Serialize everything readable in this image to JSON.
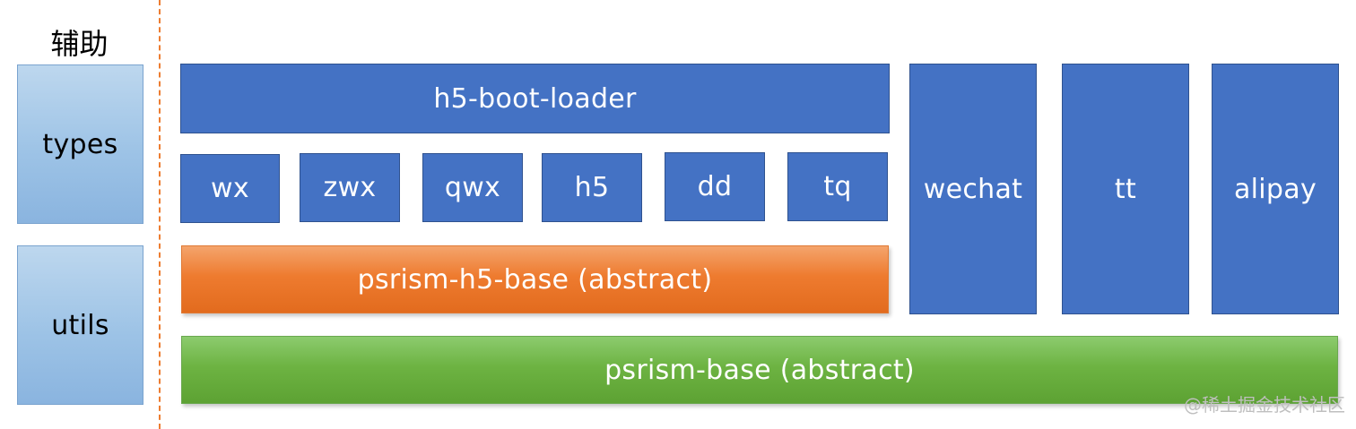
{
  "sidebar": {
    "heading": "辅助",
    "items": [
      {
        "label": "types"
      },
      {
        "label": "utils"
      }
    ]
  },
  "layers": {
    "loader": "h5-boot-loader",
    "platforms": [
      "wx",
      "zwx",
      "qwx",
      "h5",
      "dd",
      "tq"
    ],
    "h5_base": "psrism-h5-base (abstract)",
    "base": "psrism-base (abstract)"
  },
  "mini_programs": [
    "wechat",
    "tt",
    "alipay"
  ],
  "watermark": "@稀土掘金技术社区",
  "colors": {
    "blue": "#4472c4",
    "side_blue": "#9dc3e6",
    "orange": "#ed7d31",
    "green": "#70ad47",
    "divider": "#ed7d31"
  }
}
